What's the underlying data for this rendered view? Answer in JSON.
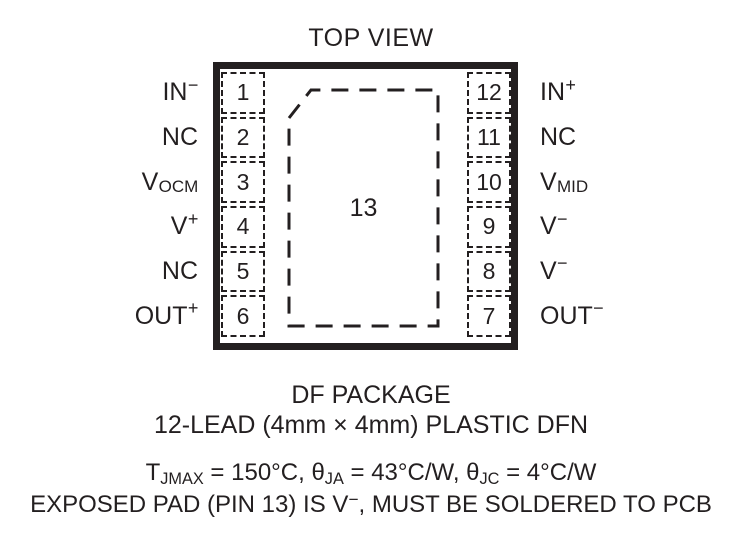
{
  "diagram": {
    "title": "TOP VIEW",
    "center_pad_number": "13",
    "pins_left": [
      {
        "number": "1",
        "name": "IN",
        "sup": "−",
        "sub": ""
      },
      {
        "number": "2",
        "name": "NC",
        "sup": "",
        "sub": ""
      },
      {
        "number": "3",
        "name": "V",
        "sup": "",
        "sub": "OCM"
      },
      {
        "number": "4",
        "name": "V",
        "sup": "+",
        "sub": ""
      },
      {
        "number": "5",
        "name": "NC",
        "sup": "",
        "sub": ""
      },
      {
        "number": "6",
        "name": "OUT",
        "sup": "+",
        "sub": ""
      }
    ],
    "pins_right": [
      {
        "number": "12",
        "name": "IN",
        "sup": "+",
        "sub": ""
      },
      {
        "number": "11",
        "name": "NC",
        "sup": "",
        "sub": ""
      },
      {
        "number": "10",
        "name": "V",
        "sup": "",
        "sub": "MID"
      },
      {
        "number": "9",
        "name": "V",
        "sup": "−",
        "sub": ""
      },
      {
        "number": "8",
        "name": "V",
        "sup": "−",
        "sub": ""
      },
      {
        "number": "7",
        "name": "OUT",
        "sup": "−",
        "sub": ""
      }
    ],
    "caption": {
      "package_name": "DF PACKAGE",
      "package_desc": "12-LEAD (4mm × 4mm) PLASTIC DFN",
      "thermal_tjmax_label": "T",
      "thermal_tjmax_sub": "JMAX",
      "thermal_tjmax_value": " = 150°C, ",
      "thermal_theta_ja_label": "θ",
      "thermal_theta_ja_sub": "JA",
      "thermal_theta_ja_value": " = 43°C/W, ",
      "thermal_theta_jc_label": "θ",
      "thermal_theta_jc_sub": "JC",
      "thermal_theta_jc_value": " = 4°C/W",
      "exposed_pad_pre": "EXPOSED PAD (PIN 13) IS V",
      "exposed_pad_sup": "−",
      "exposed_pad_post": ", MUST BE SOLDERED TO PCB"
    }
  },
  "colors": {
    "ink": "#231f20",
    "background": "#ffffff"
  }
}
